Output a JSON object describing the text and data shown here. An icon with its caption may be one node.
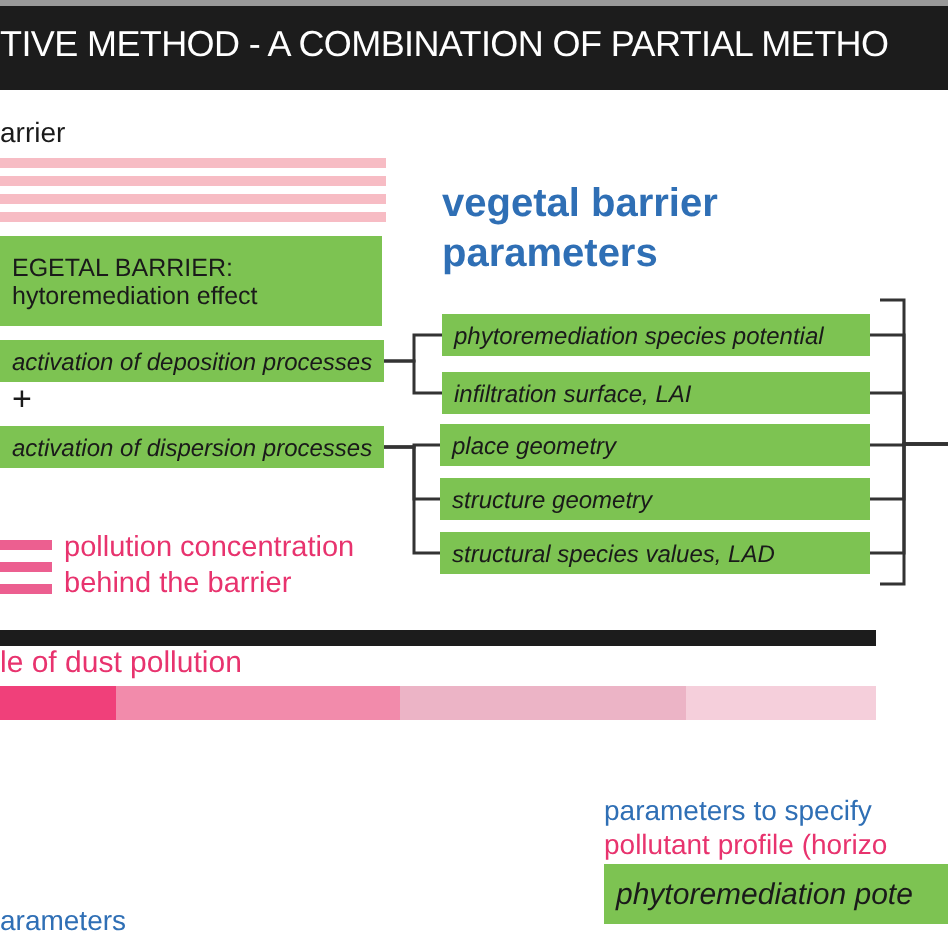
{
  "diagram": {
    "title": "TIVE METHOD - A COMBINATION OF PARTIAL METHO",
    "nodes": [
      {
        "text": [
          "EGETAL BARRIER:",
          "hytoremediation effect"
        ]
      },
      {
        "text": [
          "activation of deposition processes"
        ]
      },
      {
        "text": [
          "activation of dispersion processes"
        ]
      },
      {
        "text": [
          "phytoremediation species potential"
        ]
      },
      {
        "text": [
          "infiltration surface, LAI"
        ]
      },
      {
        "text": [
          "place geometry"
        ]
      },
      {
        "text": [
          "structure geometry"
        ]
      },
      {
        "text": [
          "structural species values, LAD"
        ]
      },
      {
        "text": [
          "phytoremediation pote"
        ]
      }
    ],
    "edges": [
      {
        "from": 1,
        "to": 3,
        "arrow": "none"
      },
      {
        "from": 1,
        "to": 4,
        "arrow": "none"
      },
      {
        "from": 2,
        "to": 5,
        "arrow": "none"
      },
      {
        "from": 2,
        "to": 6,
        "arrow": "none"
      },
      {
        "from": 2,
        "to": 7,
        "arrow": "none"
      },
      {
        "from": 3,
        "to": null,
        "arrow": "none"
      },
      {
        "from": 4,
        "to": null,
        "arrow": "none"
      },
      {
        "from": 5,
        "to": null,
        "arrow": "none"
      },
      {
        "from": 6,
        "to": null,
        "arrow": "none"
      },
      {
        "from": 7,
        "to": null,
        "arrow": "none"
      }
    ],
    "labels": [
      "arrier",
      "vegetal barrier parameters",
      "+",
      "pollution concentration behind the barrier",
      "le of dust pollution",
      "parameters to specify",
      "pollutant profile (horizo",
      "arameters"
    ]
  }
}
